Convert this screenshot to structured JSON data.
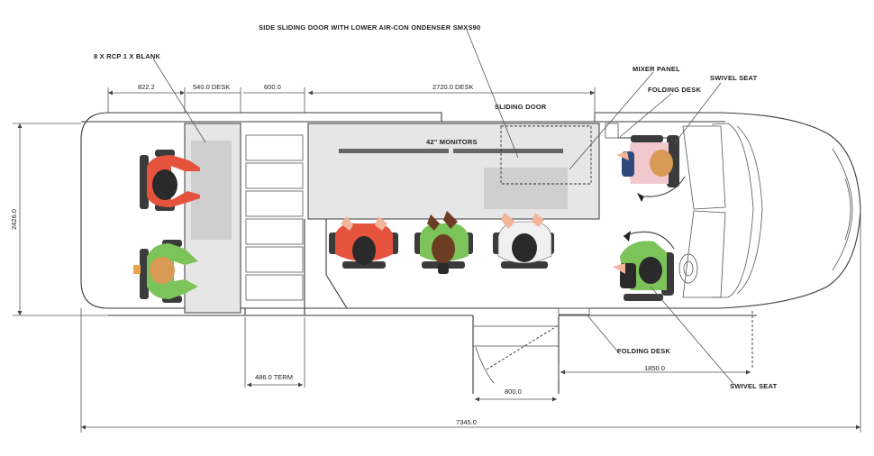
{
  "labels": {
    "side_door": "SIDE SLIDING DOOR WITH LOWER AIR-CON ONDENSER SMXS90",
    "rcp": "8 X  RCP 1 X BLANK",
    "mixer_panel": "MIXER PANEL",
    "folding_desk_top": "FOLDING DESK",
    "swivel_seat_top": "SWIVEL SEAT",
    "sliding_door": "SLIDING DOOR",
    "monitors": "42\" MONITORS",
    "folding_desk_bottom": "FOLDING DESK",
    "swivel_seat_bottom": "SWIVEL SEAT"
  },
  "dimensions": {
    "d1": "822.2",
    "d2": "540.0 DESK",
    "d3": "600.0",
    "d4": "2720.0 DESK",
    "height": "2426.0",
    "term": "486.0 TERM",
    "door": "800.0",
    "front": "1850.0",
    "total": "7345.0"
  },
  "colors": {
    "red_shirt": "#e5533d",
    "green_shirt": "#7cc35a",
    "pink_shirt": "#f2c8cf",
    "blue_jeans": "#2d4a7a",
    "brown_hair": "#6b3d22",
    "blonde_hair": "#d99a55",
    "dark_hair": "#2a2a2a",
    "seat": "#3b3b3b",
    "desk": "#e6e6e6"
  }
}
